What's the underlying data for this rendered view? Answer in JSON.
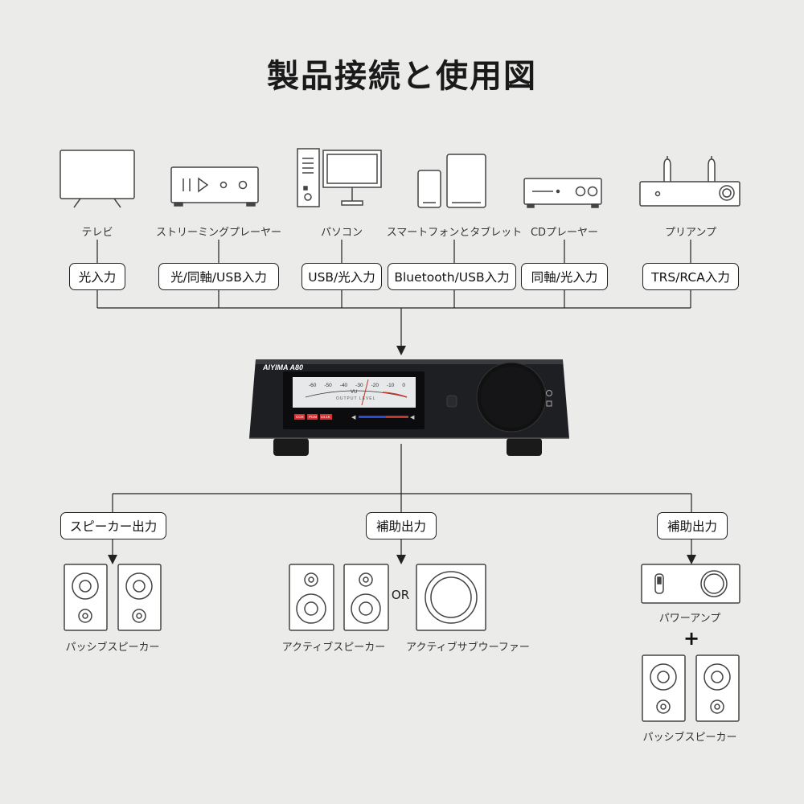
{
  "title": "製品接続と使用図",
  "sources": [
    {
      "label": "テレビ",
      "input": "光入力",
      "icon": "tv-icon"
    },
    {
      "label": "ストリーミングプレーヤー",
      "input": "光/同軸/USB入力",
      "icon": "streaming-player-icon"
    },
    {
      "label": "パソコン",
      "input": "USB/光入力",
      "icon": "pc-icon"
    },
    {
      "label": "スマートフォンとタブレット",
      "input": "Bluetooth/USB入力",
      "icon": "phone-tablet-icon"
    },
    {
      "label": "CDプレーヤー",
      "input": "同軸/光入力",
      "icon": "cd-player-icon"
    },
    {
      "label": "プリアンプ",
      "input": "TRS/RCA入力",
      "icon": "preamp-icon"
    }
  ],
  "device": {
    "brand": "AIYIMA",
    "model": "A80",
    "meter_scale": [
      "-60",
      "-50",
      "-40",
      "-30",
      "-20",
      "-10",
      "0"
    ],
    "meter_unit": "VU",
    "meter_caption": "OUTPUT LEVEL",
    "status_tags": [
      "COX",
      "PCM",
      "44.1K"
    ]
  },
  "outputs": {
    "speaker_out": "スピーカー出力",
    "aux_out_1": "補助出力",
    "aux_out_2": "補助出力"
  },
  "targets": {
    "passive_speakers": "パッシブスピーカー",
    "active_speakers": "アクティブスピーカー",
    "or_text": "OR",
    "active_subwoofer": "アクティブサブウーファー",
    "power_amp": "パワーアンプ",
    "plus_text": "+",
    "passive_speakers_2": "パッシブスピーカー"
  },
  "colors": {
    "background": "#ebebe9",
    "line": "#222222",
    "device_body": "#1e1f22",
    "screen": "#e6e8ea",
    "needle": "#c0392b",
    "tag_red": "#d63031",
    "bar_blue": "#2d4cd6"
  }
}
